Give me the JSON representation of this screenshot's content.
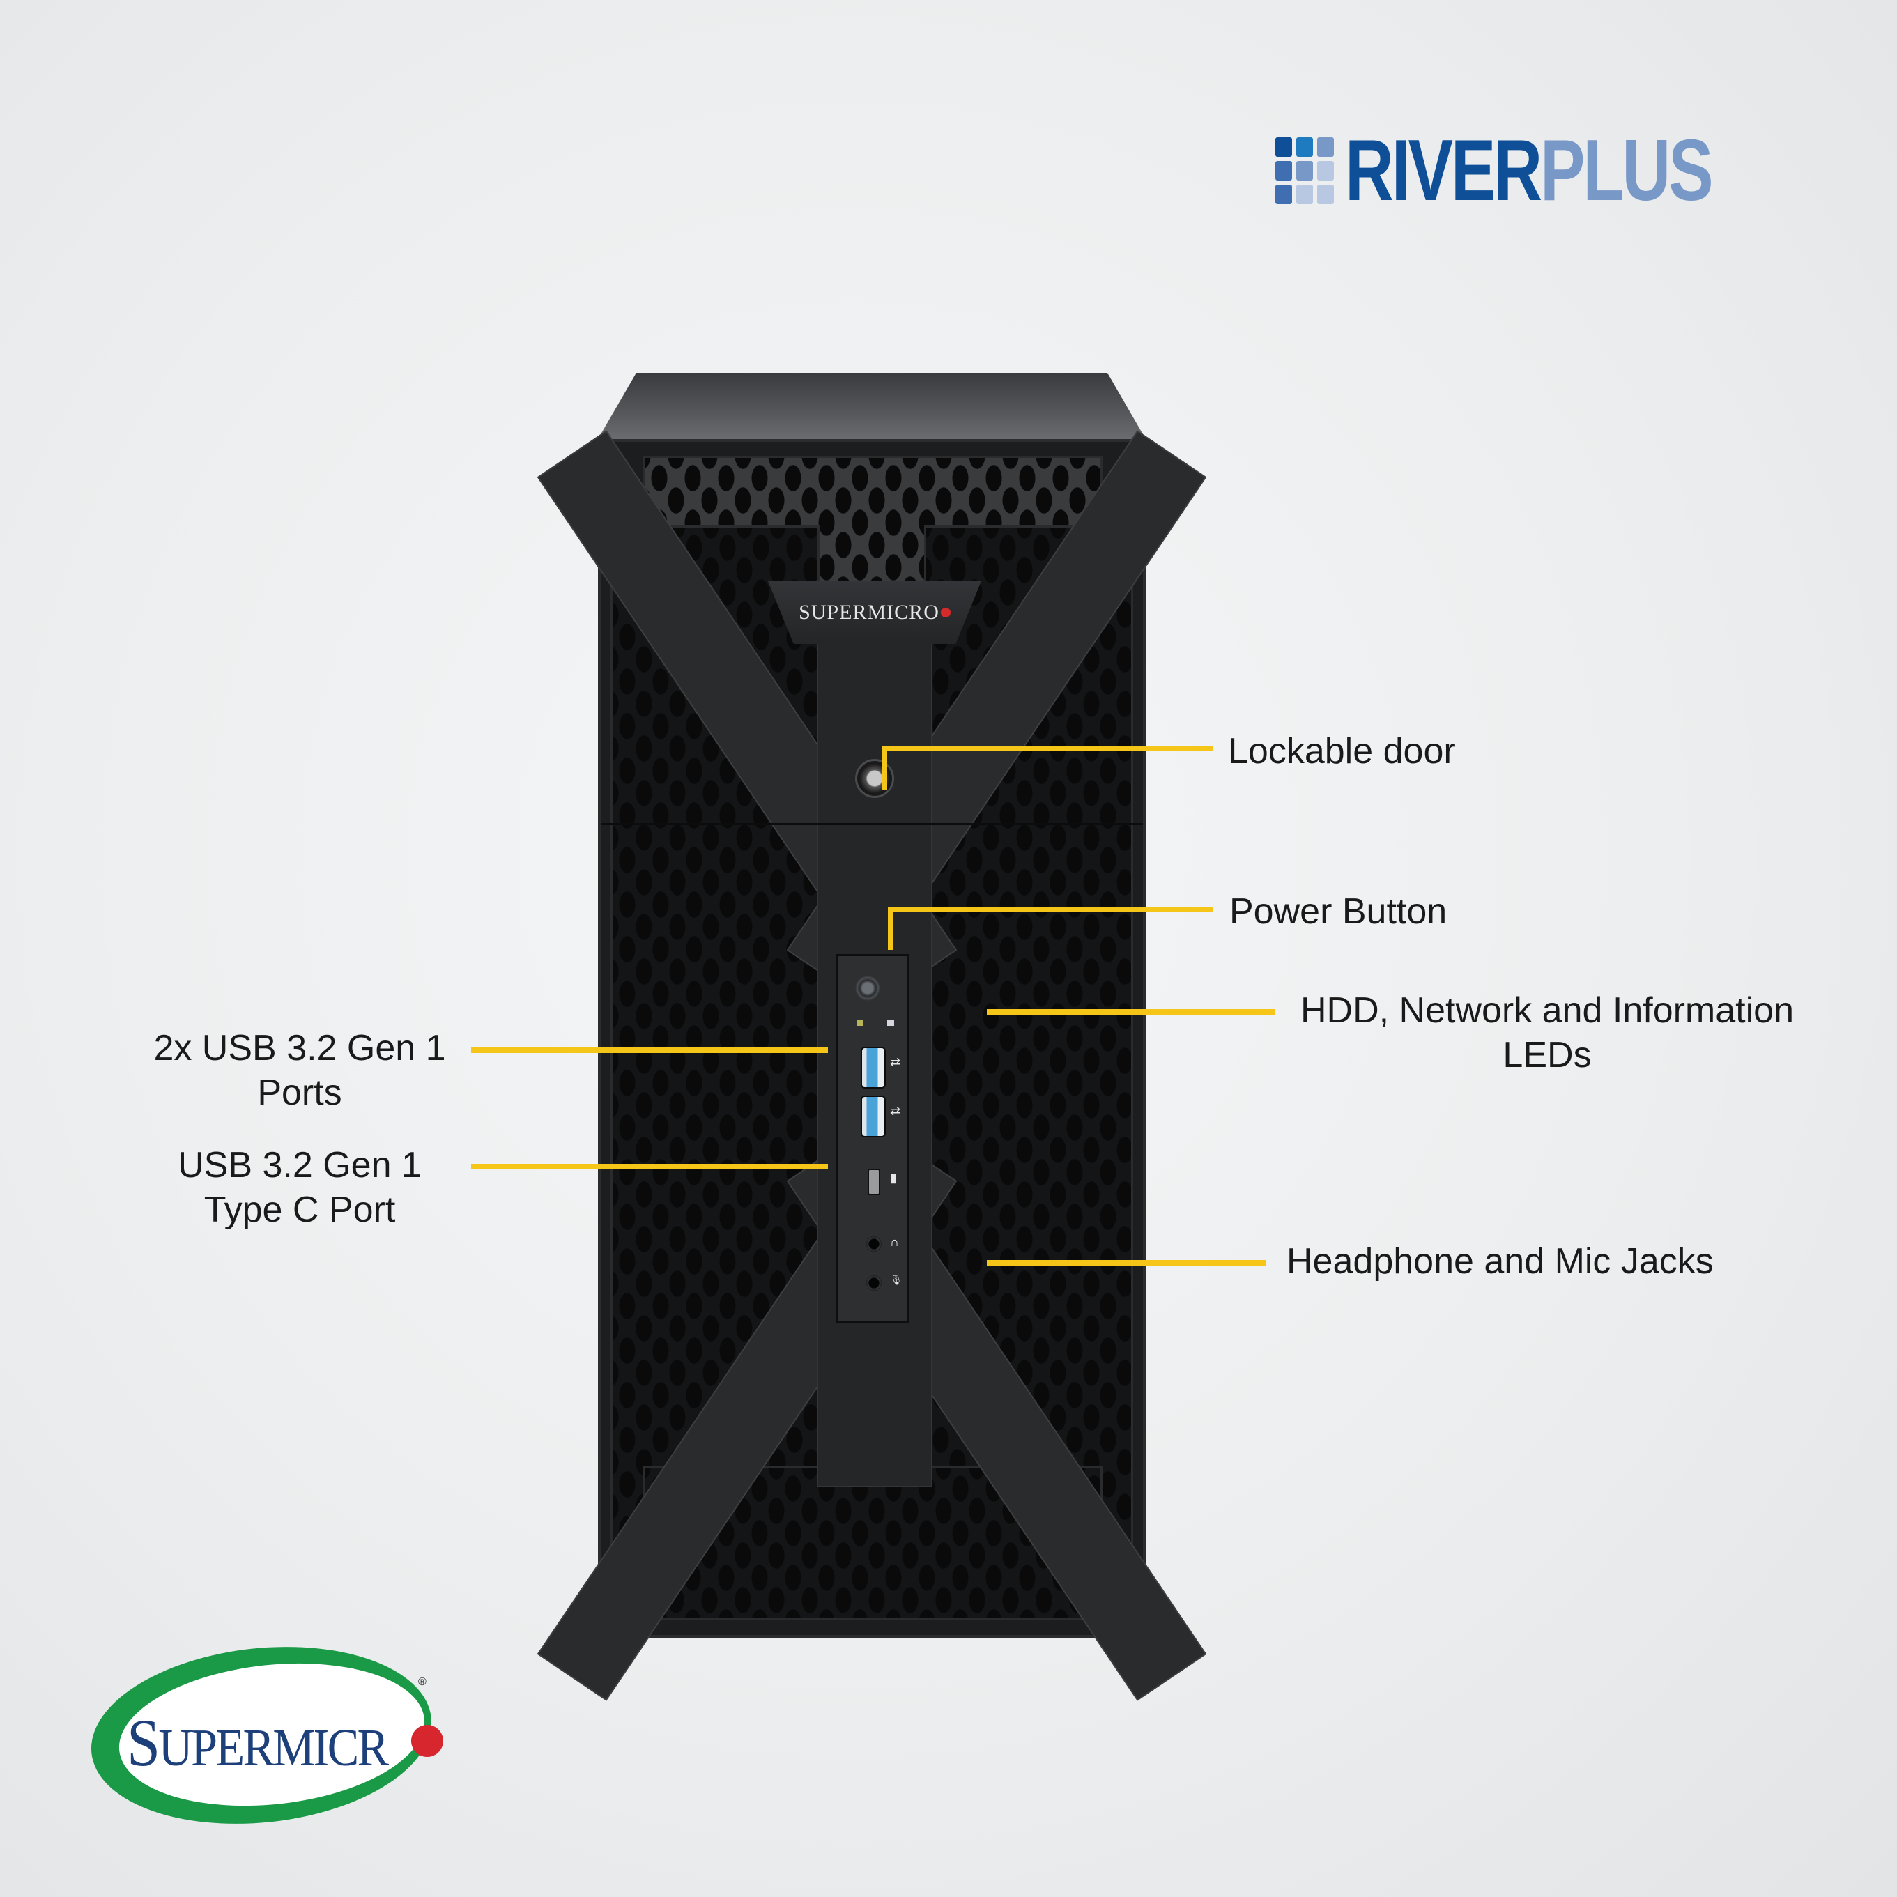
{
  "brand_logo": {
    "name": "RIVERPLUS",
    "part1": "RIVER",
    "part2": "PLUS",
    "colors": {
      "primary": "#0f4f98",
      "secondary": "#7898c8"
    },
    "grid_colors": [
      "#0f4f98",
      "#1f7bbf",
      "#7898c8",
      "#3f6fb0",
      "#7898c8",
      "#b8c8e2",
      "#3f6fb0",
      "#b8c8e2",
      "#b8c8e2"
    ]
  },
  "product": {
    "brand_plate": "SUPERMICRO",
    "type": "tower-server-chassis"
  },
  "callouts": {
    "line_color": "#f5c518",
    "lockable_door": "Lockable door",
    "power_button": "Power Button",
    "leds_line1": "HDD, Network and Information",
    "leds_line2": "LEDs",
    "usb_ports_line1": "2x USB 3.2 Gen 1",
    "usb_ports_line2": "Ports",
    "usb_c_line1": "USB 3.2 Gen 1",
    "usb_c_line2": "Type C Port",
    "audio_jacks": "Headphone and Mic Jacks"
  },
  "io_glyphs": {
    "usb": "⇄",
    "typec": "▮",
    "headphone": "∩",
    "mic": "🎙"
  },
  "footer_logo": {
    "text_initial": "S",
    "text_rest": "UPERMICR",
    "registered": "®",
    "colors": {
      "oval": "#1a9a46",
      "text": "#1d3f7a",
      "dot": "#d7262e"
    }
  }
}
